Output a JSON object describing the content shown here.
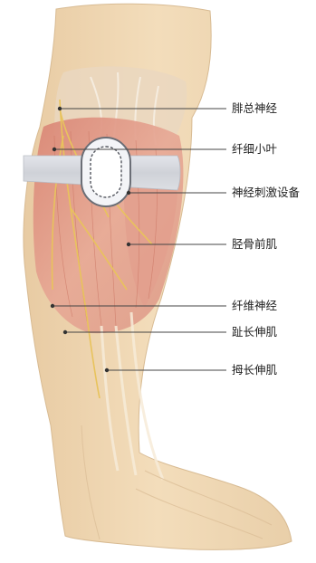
{
  "labels": {
    "common_peroneal_nerve": "腓总神经",
    "thin_leaflet": "纤细小叶",
    "nerve_stimulator": "神经刺激设备",
    "tibialis_anterior": "胫骨前肌",
    "fiber_nerve": "纤维神经",
    "extensor_digitorum_longus": "趾长伸肌",
    "extensor_hallucis_longus": "拇长伸肌"
  },
  "colors": {
    "skin": "#f1d9b5",
    "skin_shadow": "#e3c49a",
    "muscle": "#dc8f7f",
    "muscle_light": "#eab3a1",
    "nerve": "#e9c86a",
    "tendon": "#f4ead8",
    "band": "#d6d9df",
    "device": "#f2f3f6",
    "leader_line": "#444444"
  }
}
